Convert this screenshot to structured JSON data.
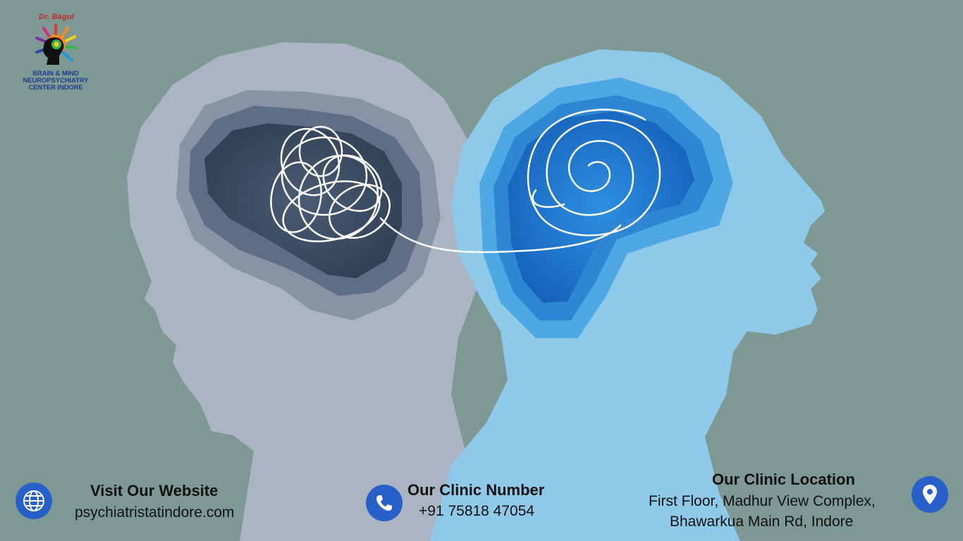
{
  "logo": {
    "brand": "Dr. Bagul",
    "lines": [
      "BRAIN & MIND",
      "NEUROPSYCHIATRY",
      "CENTER INDORE"
    ]
  },
  "website": {
    "label": "Visit Our Website",
    "value": "psychiatristatindore.com",
    "icon": "globe-icon"
  },
  "phone": {
    "label": "Our Clinic Number",
    "value": "+91 75818 47054",
    "icon": "phone-icon"
  },
  "location": {
    "label": "Our Clinic Location",
    "line1": "First Floor, Madhur View Complex,",
    "line2": "Bhawarkua Main Rd,  Indore",
    "icon": "map-pin-icon"
  },
  "colors": {
    "background": "#7e9994",
    "left_head": "#abb4c2",
    "right_head": "#8ec9ea",
    "accent": "#2660c8"
  }
}
